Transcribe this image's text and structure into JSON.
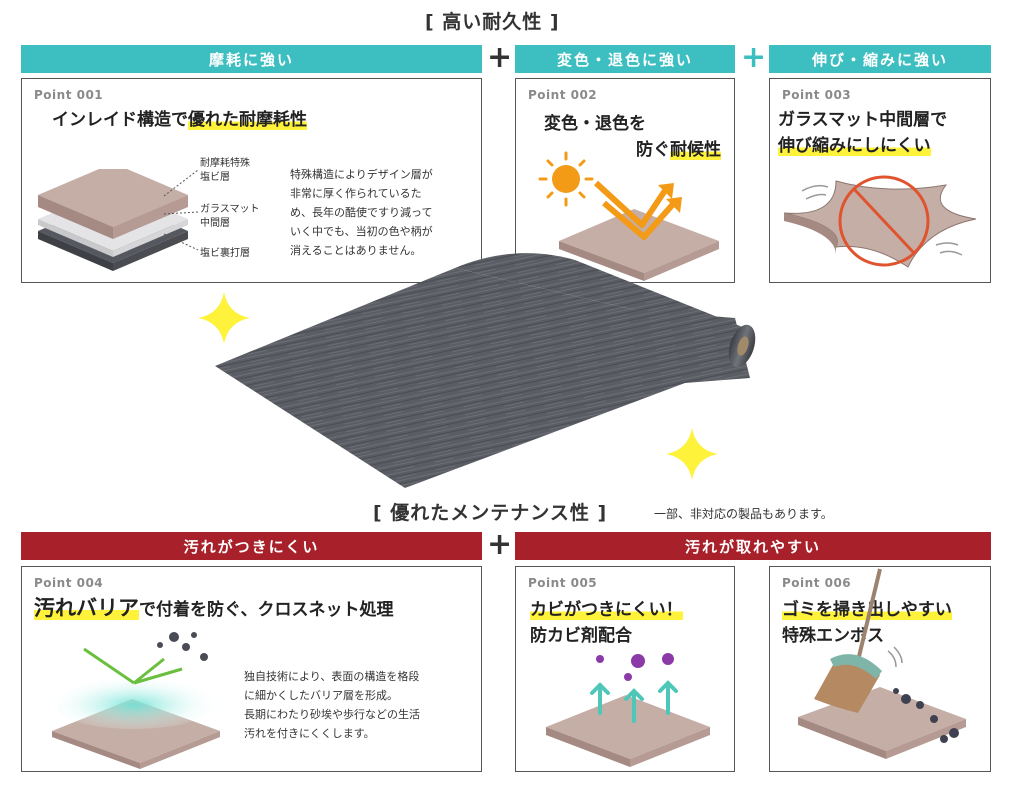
{
  "top_section": {
    "title": "[ 高い耐久性 ]",
    "banners": [
      "摩耗に強い",
      "変色・退色に強い",
      "伸び・縮みに強い"
    ],
    "points": [
      {
        "id": "Point 001",
        "heading": [
          "インレイド構造で",
          "優れた耐摩耗性"
        ],
        "layers": [
          "耐摩耗特殊",
          "塩ビ層",
          "ガラスマット",
          "中間層",
          "塩ビ裏打層"
        ],
        "body": [
          "特殊構造によりデザイン層が",
          "非常に厚く作られているた",
          "め、長年の酷使ですり減って",
          "いく中でも、当初の色や柄が",
          "消えることはありません。"
        ]
      },
      {
        "id": "Point 002",
        "heading": [
          "変色・退色を",
          "防ぐ",
          "耐候性"
        ]
      },
      {
        "id": "Point 003",
        "heading": [
          "ガラスマット中間層で",
          "伸び縮みにしにくい"
        ]
      }
    ]
  },
  "bottom_section": {
    "title": "[ 優れたメンテナンス性 ]",
    "note": "一部、非対応の製品もあります。",
    "banners": [
      "汚れがつきにくい",
      "汚れが取れやすい"
    ],
    "points": [
      {
        "id": "Point 004",
        "heading": [
          "汚れバリア",
          "で付着を防ぐ、クロスネット処理"
        ],
        "body": [
          "独自技術により、表面の構造を格段",
          "に細かくしたバリア層を形成。",
          "長期にわたり砂埃や歩行などの生活",
          "汚れを付きにくくします。"
        ]
      },
      {
        "id": "Point 005",
        "heading": [
          "カビがつきにくい！",
          "防カビ剤配合"
        ]
      },
      {
        "id": "Point 006",
        "heading": [
          "ゴミを掃き出しやすい",
          "特殊エンボス"
        ]
      }
    ]
  },
  "icons": {
    "plus": "plus-icon",
    "sparkle": "sparkle-icon",
    "sun": "sun-icon",
    "broom": "broom-icon",
    "no": "prohibited-icon"
  },
  "colors": {
    "teal": "#3dbec0",
    "red": "#a8212a",
    "highlight": "#fff23b",
    "tile": "#c0a8a0",
    "floor": "#5a5d63"
  }
}
